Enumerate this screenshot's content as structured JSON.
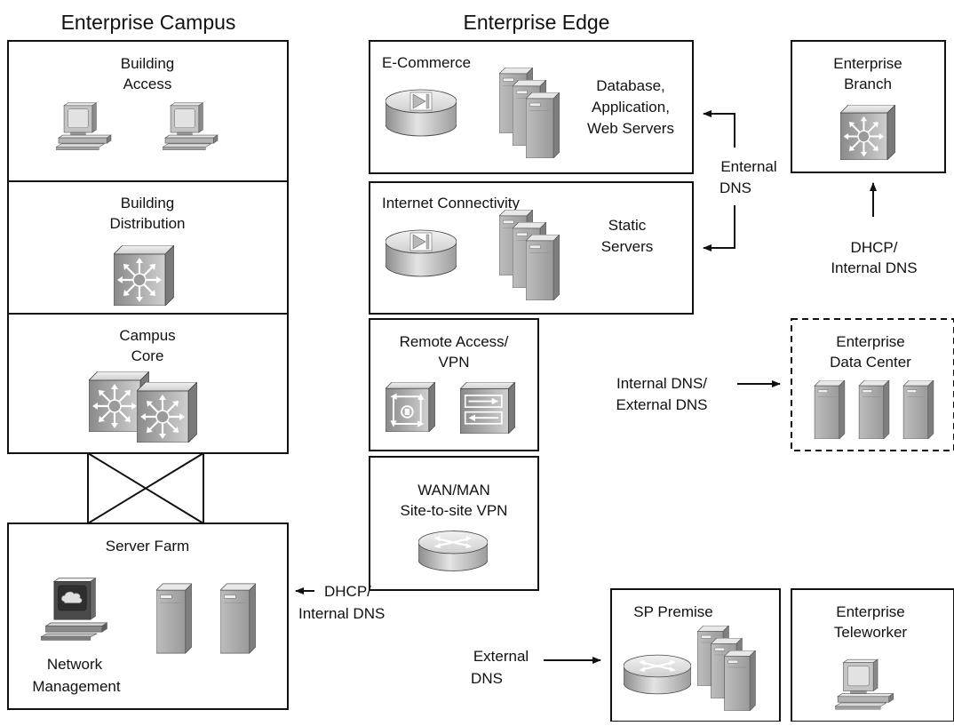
{
  "headers": {
    "campus": "Enterprise Campus",
    "edge": "Enterprise Edge"
  },
  "campus": {
    "building_access": [
      "Building",
      "Access"
    ],
    "building_distribution": [
      "Building",
      "Distribution"
    ],
    "campus_core": [
      "Campus",
      "Core"
    ],
    "server_farm": "Server Farm",
    "network_management": [
      "Network",
      "Management"
    ]
  },
  "edge": {
    "ecommerce": "E-Commerce",
    "ecommerce_servers": [
      "Database,",
      "Application,",
      "Web Servers"
    ],
    "internet": "Internet Connectivity",
    "static_servers": [
      "Static",
      "Servers"
    ],
    "remote_access": [
      "Remote Access/",
      "VPN"
    ],
    "wan_man": [
      "WAN/MAN",
      "Site-to-site VPN"
    ]
  },
  "remote": {
    "branch": [
      "Enterprise",
      "Branch"
    ],
    "data_center": [
      "Enterprise",
      "Data Center"
    ],
    "sp_premise": "SP Premise",
    "teleworker": [
      "Enterprise",
      "Teleworker"
    ]
  },
  "connectors": {
    "external_dns_top": [
      "Enternal",
      "DNS"
    ],
    "dhcp_branch": [
      "DHCP/",
      "Internal DNS"
    ],
    "internal_external_dns": [
      "Internal DNS/",
      "External DNS"
    ],
    "dhcp_server_farm": [
      "DHCP/",
      "Internal DNS"
    ],
    "external_dns_bottom": [
      "External",
      "DNS"
    ]
  },
  "colors": {
    "stroke": "#111111",
    "device_light": "#e6e6e6",
    "device_mid": "#a8a8a8",
    "device_dark": "#6a6a6a"
  }
}
